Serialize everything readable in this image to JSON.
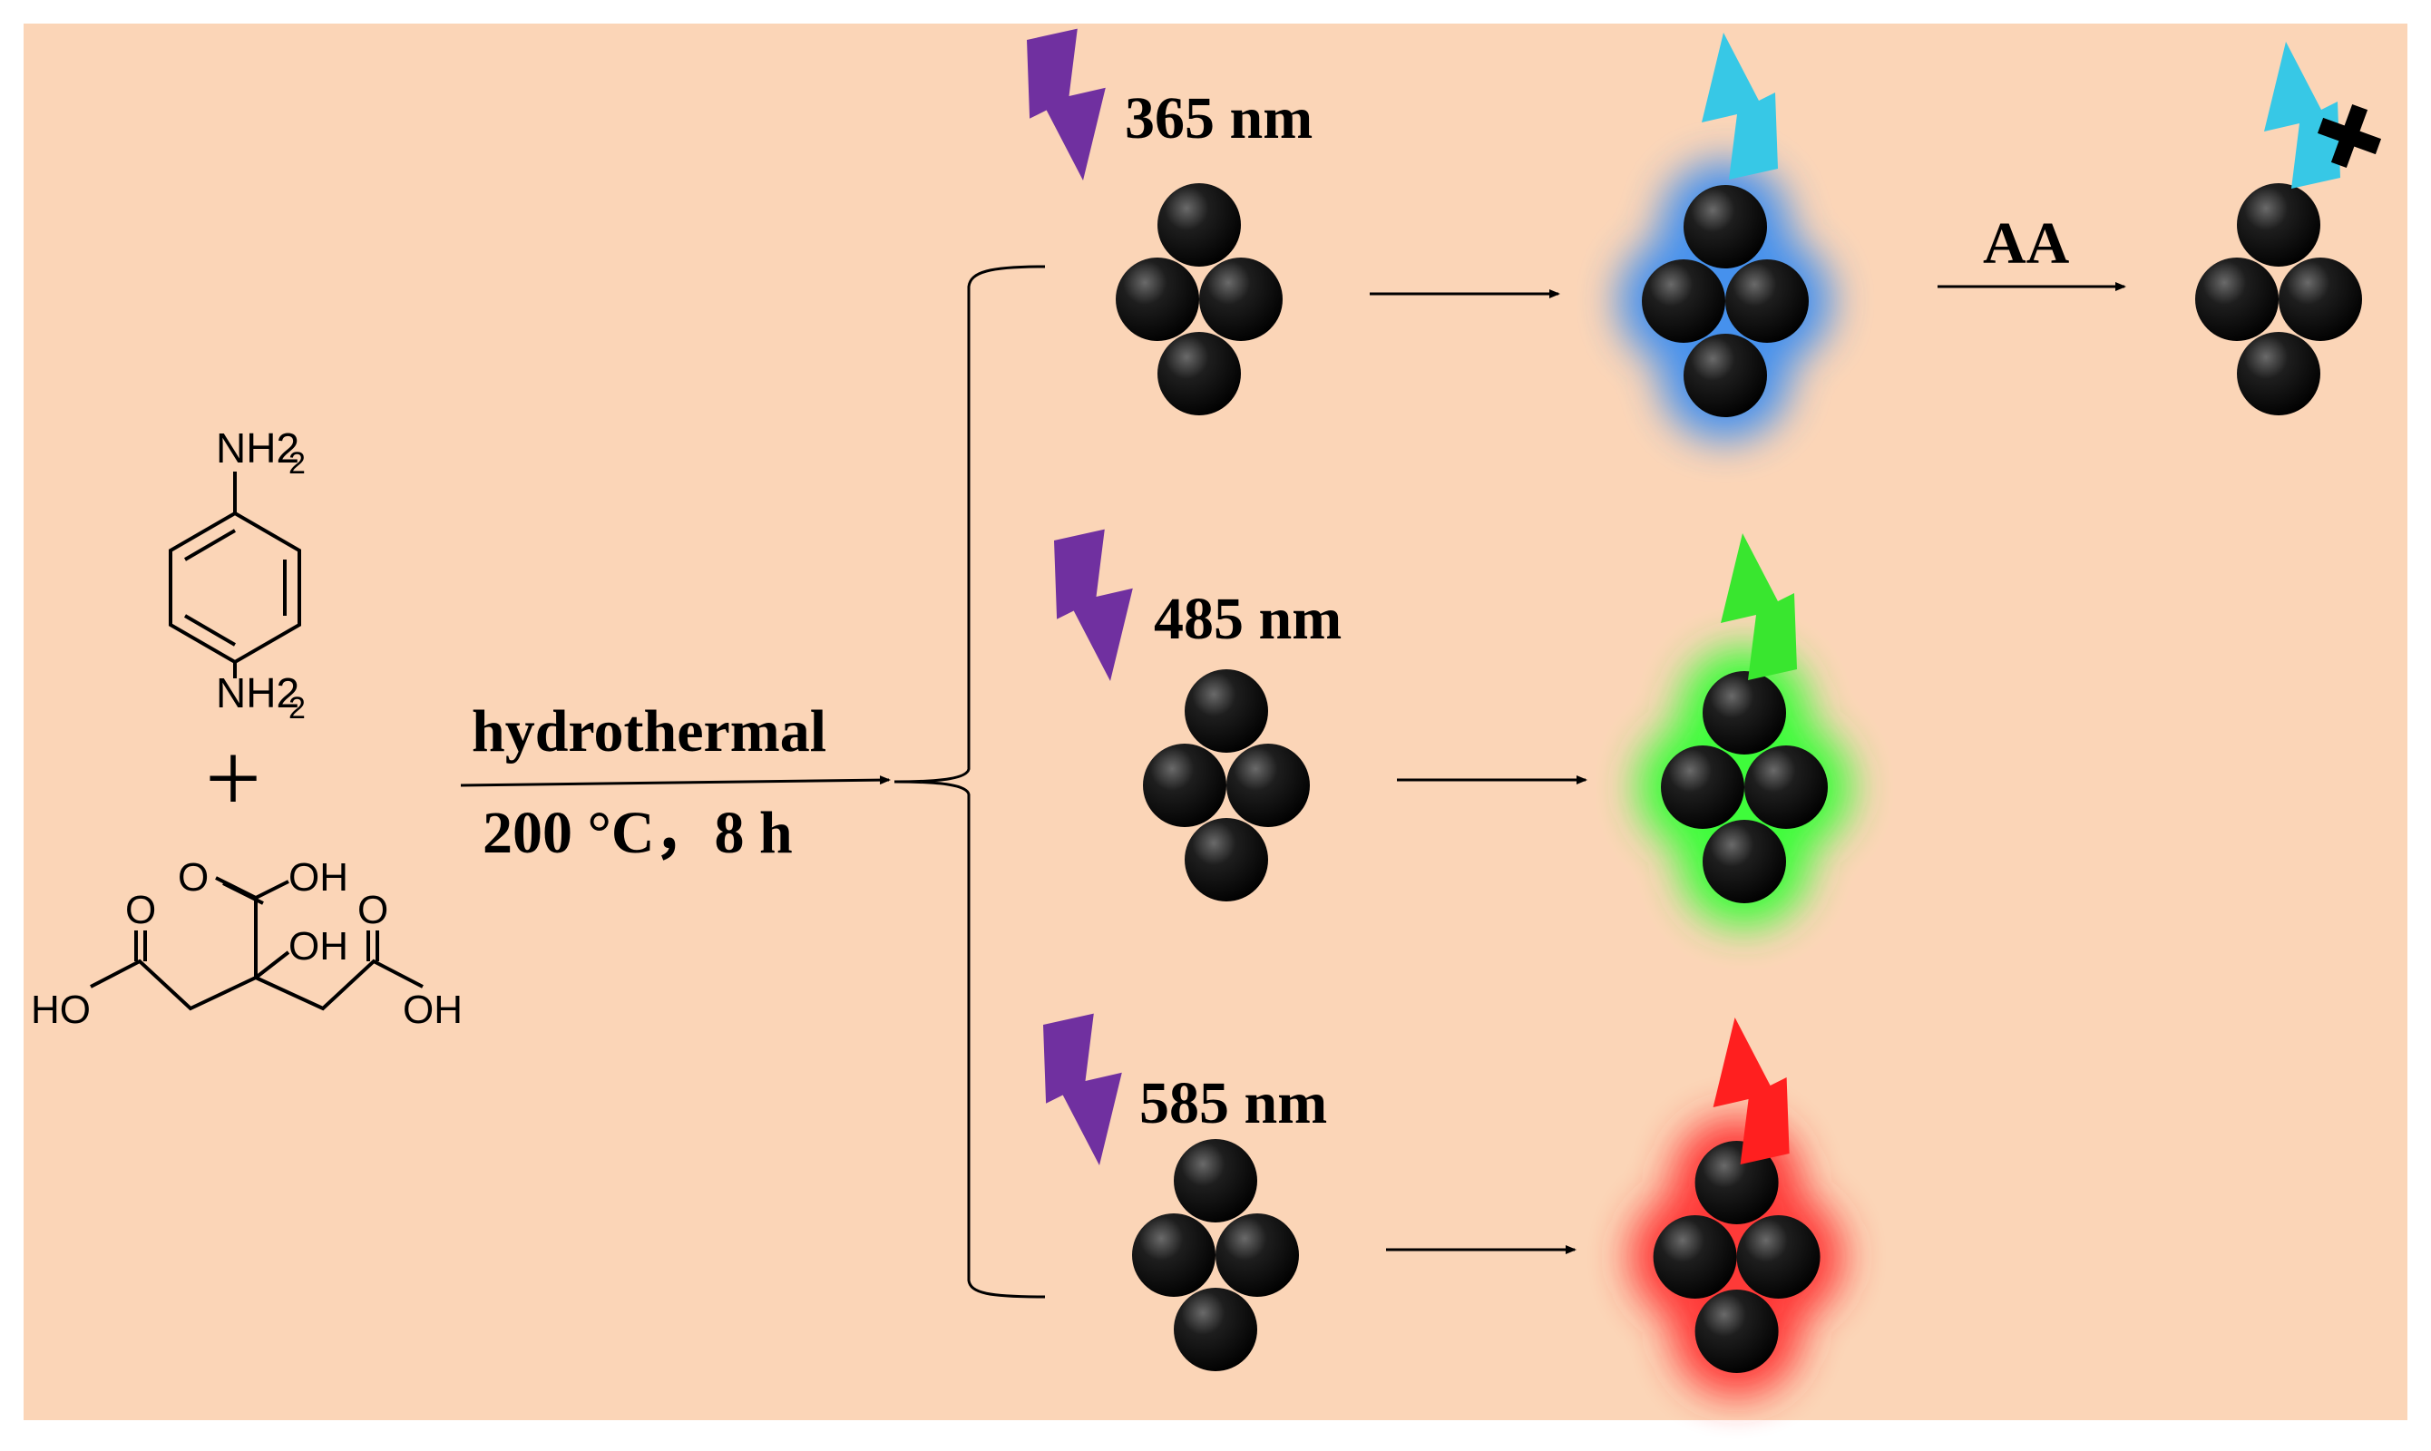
{
  "colors": {
    "background": "#fbd5b7",
    "border": "#ffffff",
    "particle": "#000000",
    "lightning_excite": "#7030a0",
    "emission_blue": "#37c8e6",
    "emission_green": "#39e62f",
    "emission_red": "#ff1f1f",
    "glow_blue": "#3d8ef0",
    "glow_green": "#35ff35",
    "glow_red": "#ff3030",
    "quench_mark": "#000000"
  },
  "reactants": {
    "amine_top": "NH2",
    "amine_bottom": "NH2",
    "plus": "+",
    "citric_oh_top": "OH",
    "citric_o_top": "O",
    "citric_oh_mid": "OH",
    "citric_o_left": "O",
    "citric_o_right": "O",
    "citric_ho_left": "HO",
    "citric_oh_right": "OH"
  },
  "conditions": {
    "method": "hydrothermal",
    "temperature_time": "200 °C，8 h"
  },
  "rows": [
    {
      "excitation": "365 nm",
      "emission_color": "blue",
      "glow": "blue"
    },
    {
      "excitation": "485 nm",
      "emission_color": "green",
      "glow": "green"
    },
    {
      "excitation": "585 nm",
      "emission_color": "red",
      "glow": "red"
    }
  ],
  "quench": {
    "reagent": "AA",
    "icons": [
      "lightning-icon",
      "cross-icon"
    ]
  },
  "icons": [
    "lightning-icon",
    "cross-icon",
    "nanoparticle-cluster-icon",
    "arrow-icon",
    "bracket-icon",
    "benzene-ring-icon"
  ]
}
